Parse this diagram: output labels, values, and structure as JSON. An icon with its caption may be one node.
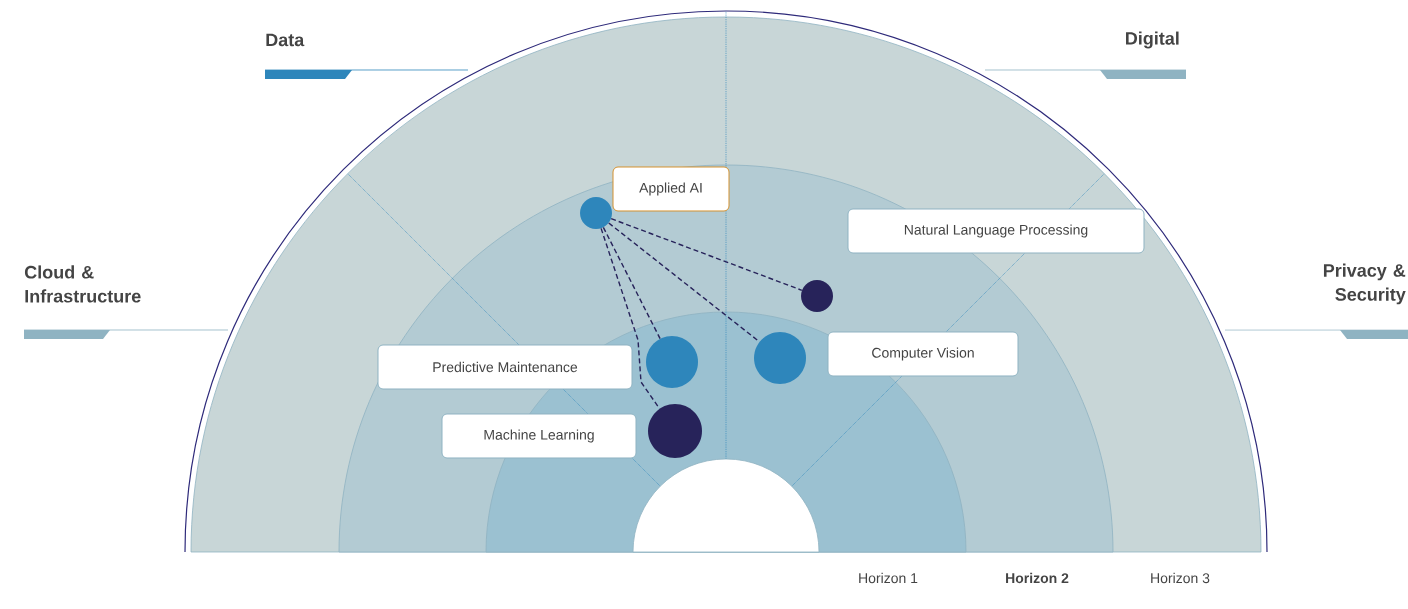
{
  "diagram": {
    "nodes": [
      {
        "text": [
          "Applied AI"
        ]
      },
      {
        "text": [
          "Natural Language Processing"
        ]
      },
      {
        "text": [
          "Predictive Maintenance"
        ]
      },
      {
        "text": [
          "Computer Vision"
        ]
      },
      {
        "text": [
          "Machine Learning"
        ]
      },
      {
        "text": [],
        "shape": "circle"
      },
      {
        "text": [],
        "shape": "circle"
      },
      {
        "text": [],
        "shape": "circle"
      },
      {
        "text": [],
        "shape": "circle"
      },
      {
        "text": [],
        "shape": "circle"
      },
      {
        "text": [],
        "shape": "semicircle"
      }
    ],
    "edges": [
      {
        "from": 5,
        "to": 7,
        "arrow": "none",
        "style": "dashed"
      },
      {
        "from": 5,
        "to": 9,
        "arrow": "none",
        "style": "dashed"
      },
      {
        "from": 5,
        "to": 8,
        "arrow": "none",
        "style": "dashed"
      },
      {
        "from": 5,
        "to": 6,
        "arrow": "none",
        "style": "dashed"
      }
    ],
    "labels": [
      "Data",
      "Digital",
      "Cloud & Infrastructure",
      "Privacy & Security",
      "Horizon 1",
      "Horizon 2",
      "Horizon 3"
    ]
  }
}
